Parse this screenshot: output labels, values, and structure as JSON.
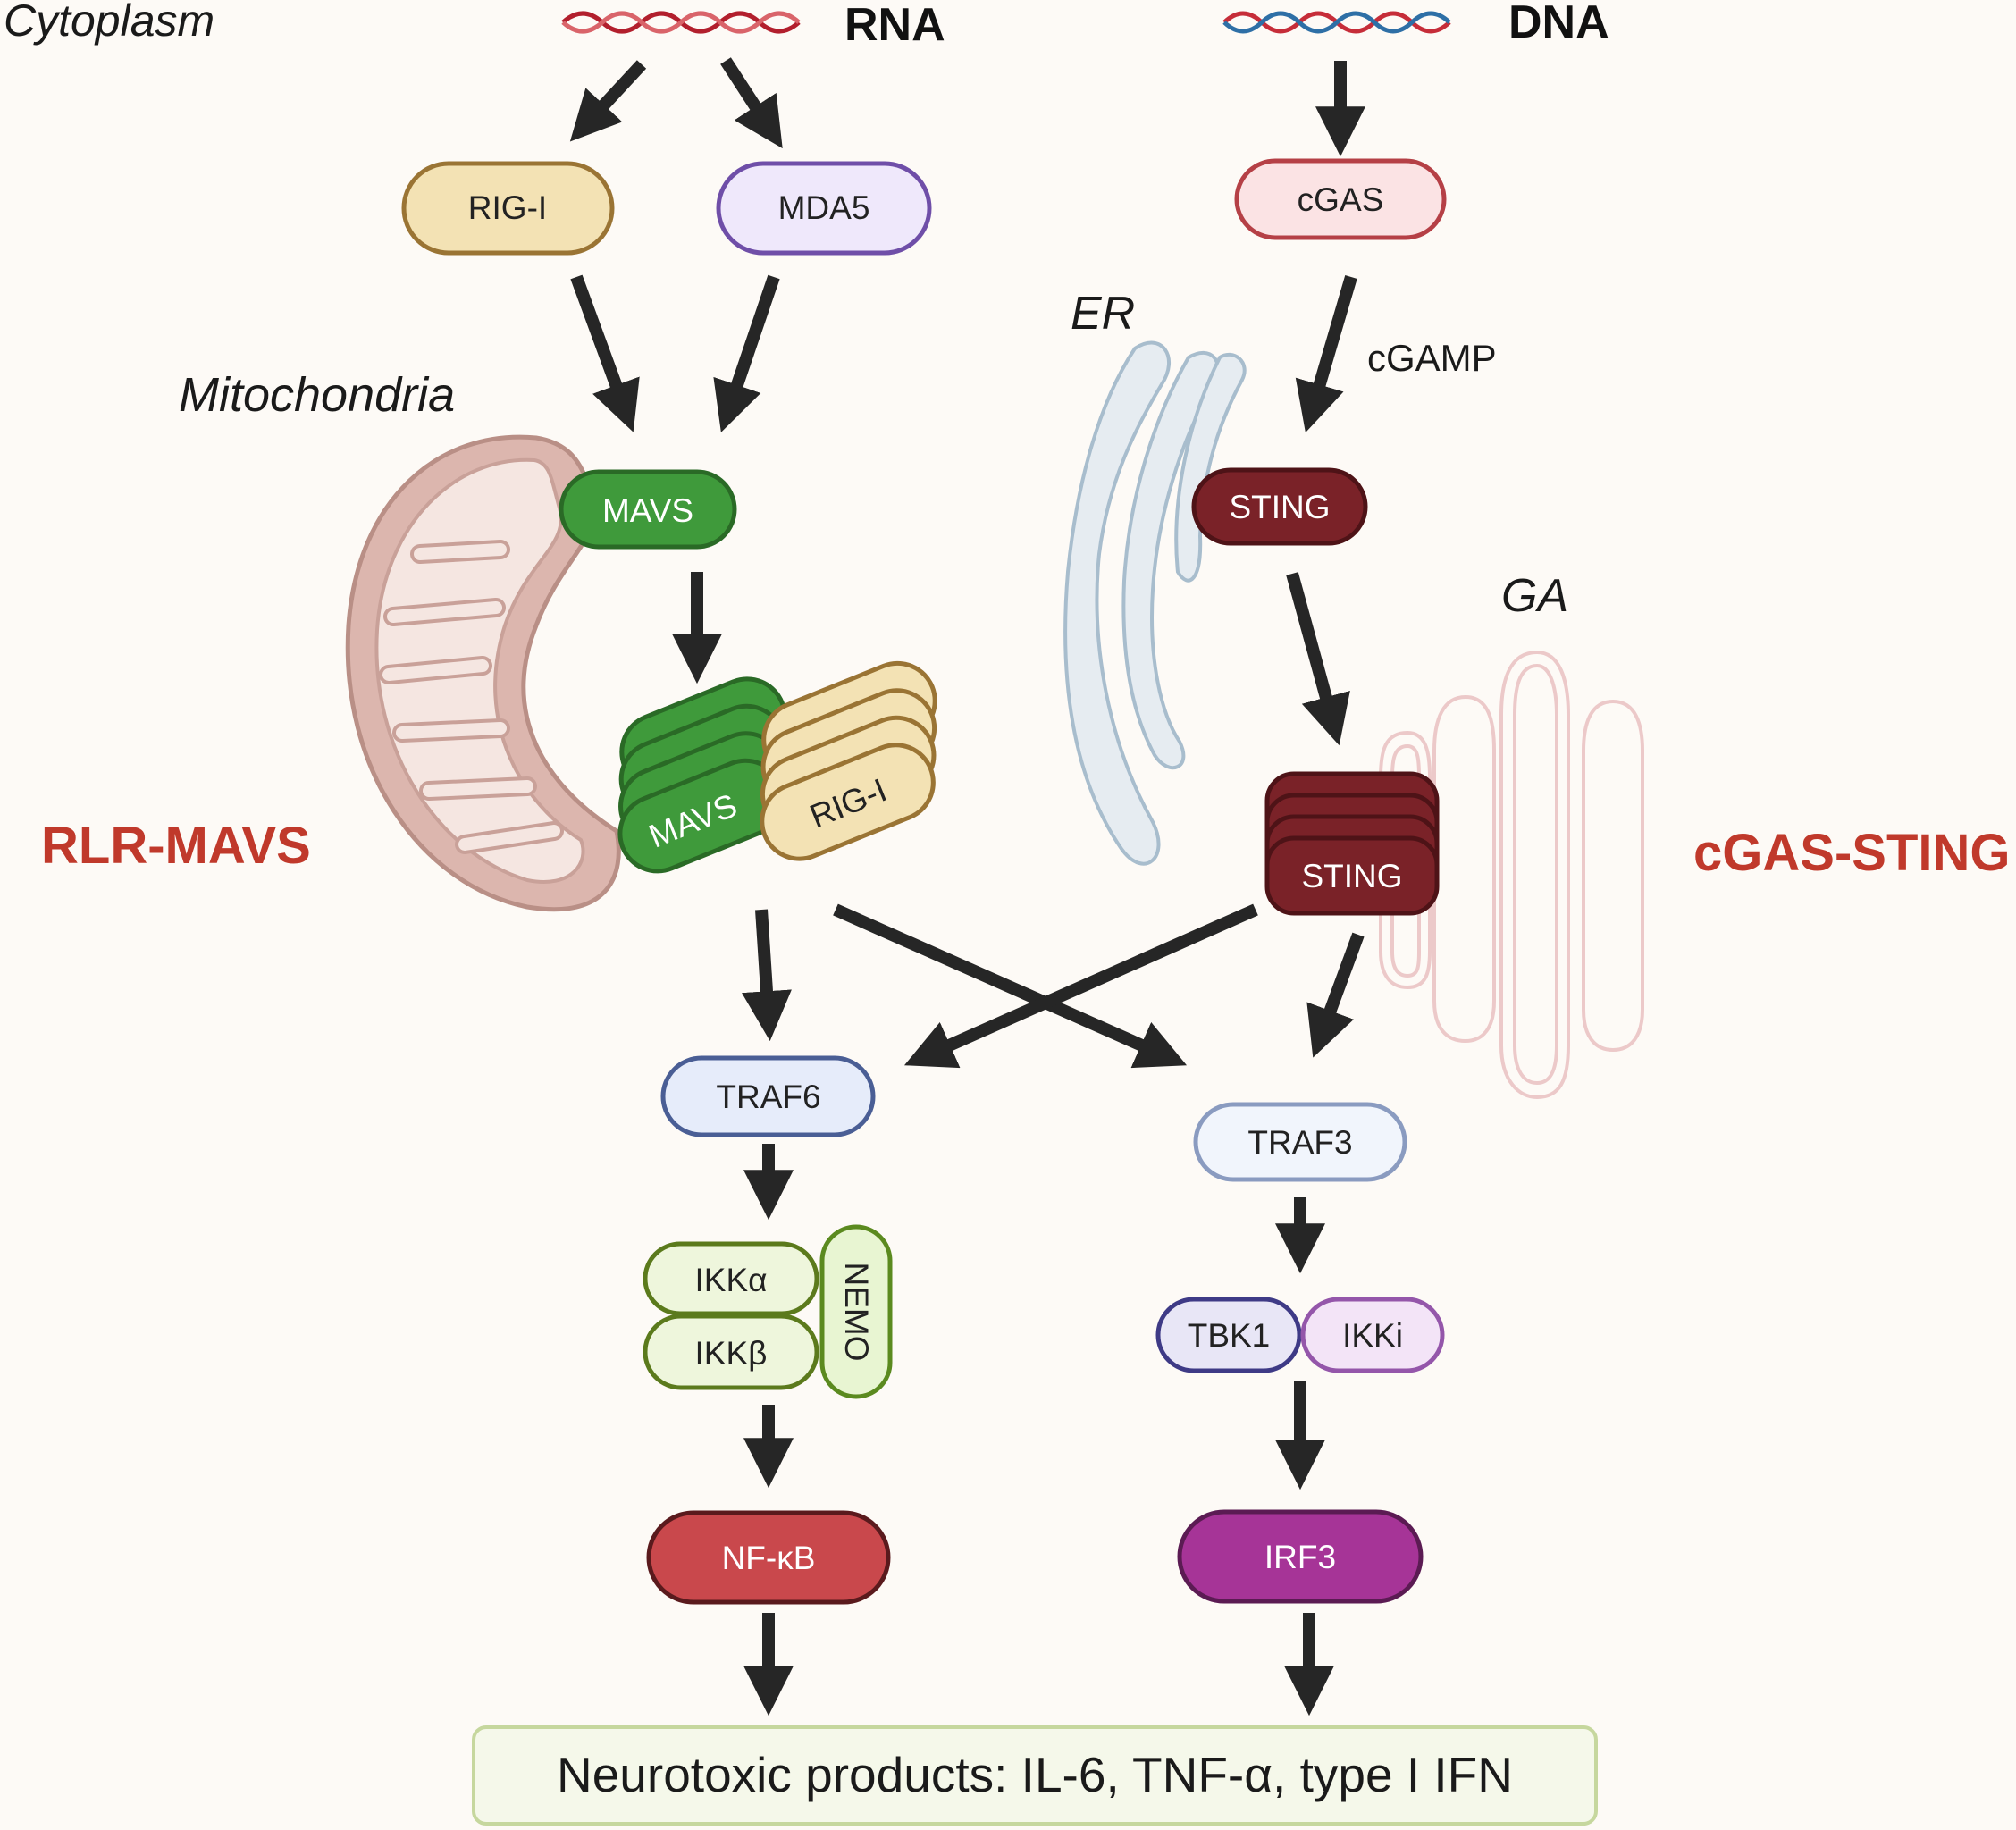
{
  "regions": {
    "cytoplasm": "Cytoplasm",
    "mitochondria": "Mitochondria",
    "er": "ER",
    "ga": "GA"
  },
  "ligands": {
    "rna": "RNA",
    "dna": "DNA",
    "cgamp": "cGAMP"
  },
  "pathways": {
    "rlr_mavs": "RLR-MAVS",
    "cgas_sting": "cGAS-STING"
  },
  "proteins": {
    "rig_i": "RIG-I",
    "mda5": "MDA5",
    "cgas": "cGAS",
    "mavs": "MAVS",
    "mavs_complex": "MAVS",
    "rig_i_complex": "RIG-I",
    "sting": "STING",
    "sting_complex": "STING",
    "traf6": "TRAF6",
    "traf3": "TRAF3",
    "ikk_alpha": "IKKα",
    "ikk_beta": "IKKβ",
    "nemo": "NEMO",
    "tbk1": "TBK1",
    "ikki": "IKKi",
    "nfkb": "NF-κB",
    "irf3": "IRF3"
  },
  "output": "Neurotoxic products: IL-6, TNF-α, type I IFN",
  "colors": {
    "background": "#fdfaf6",
    "arrow": "#262626",
    "pathway_label": "#c0392b",
    "mavs": "#3f9a3b",
    "sting": "#7a2228",
    "rig_i": "#f3e2b4",
    "mda5": "#efe8fb",
    "cgas": "#fbe3e4",
    "nfkb": "#c9484c",
    "irf3": "#a63497"
  }
}
